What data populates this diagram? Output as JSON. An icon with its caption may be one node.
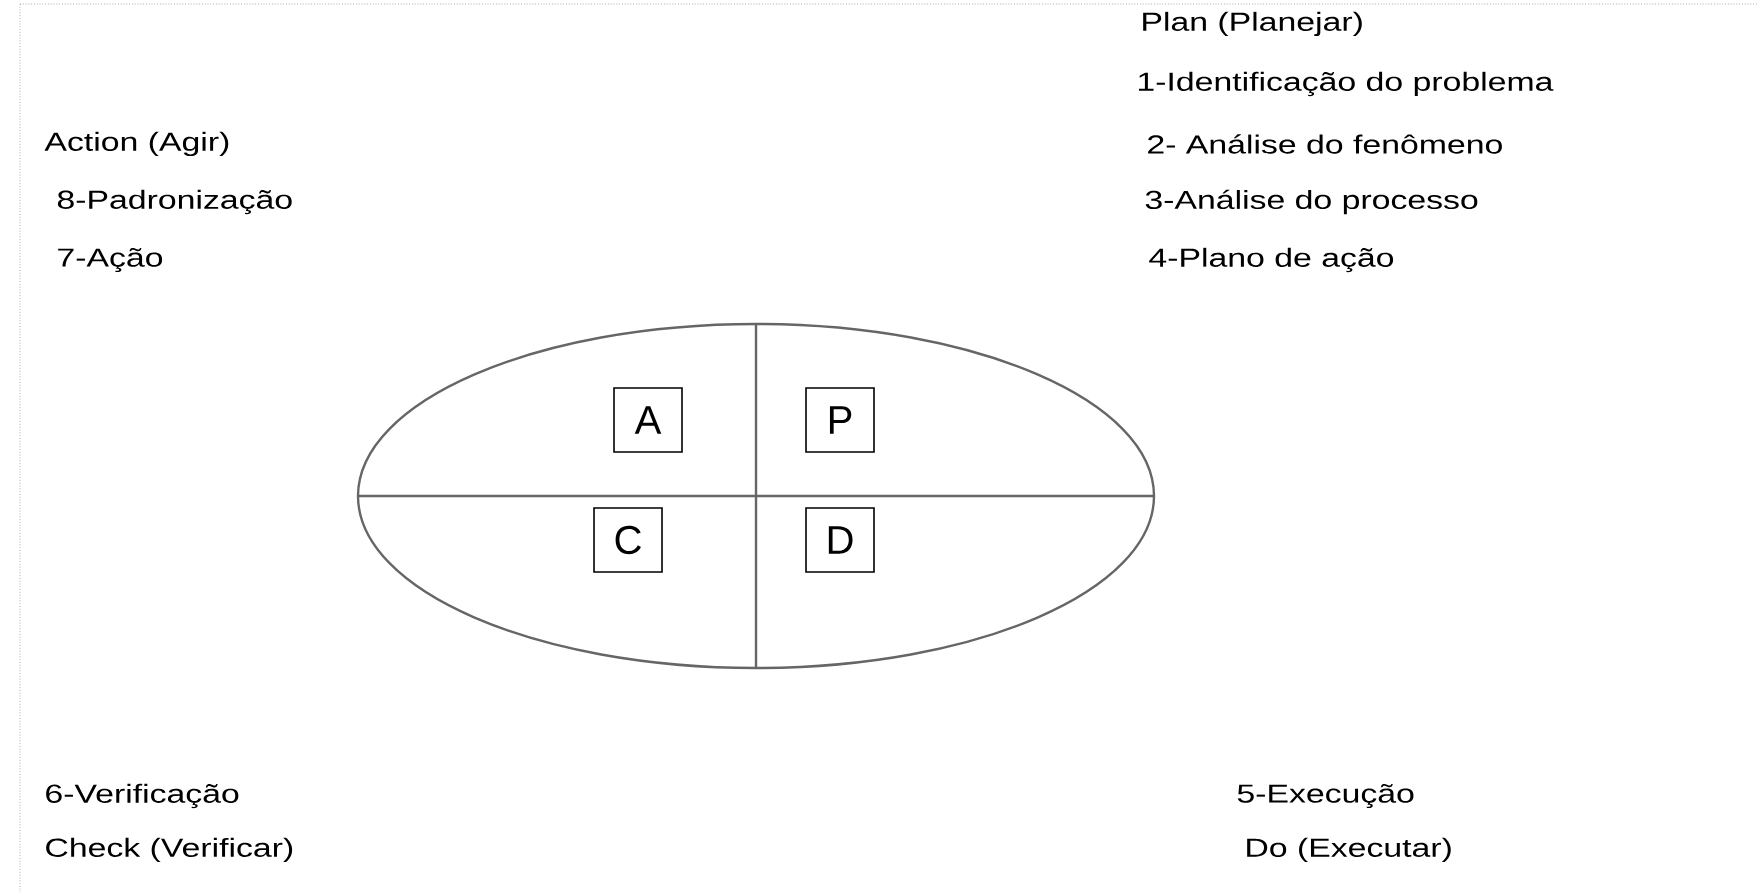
{
  "diagram": {
    "nodes": [
      {
        "text": [],
        "shape": "circle"
      },
      {
        "text": [
          "A"
        ],
        "in": 0
      },
      {
        "text": [
          "P"
        ],
        "in": 0
      },
      {
        "text": [
          "C"
        ],
        "in": 0
      },
      {
        "text": [
          "D"
        ],
        "in": 0
      }
    ],
    "labels": [
      "Plan (Planejar)",
      "1-Identificação do problema",
      "Action (Agir)",
      "2- Análise do fenômeno",
      "8-Padronização",
      "3-Análise do processo",
      "7-Ação",
      "4-Plano de ação",
      "6-Verificação",
      "5-Execução",
      "Check (Verificar)",
      "Do (Executar)"
    ]
  }
}
